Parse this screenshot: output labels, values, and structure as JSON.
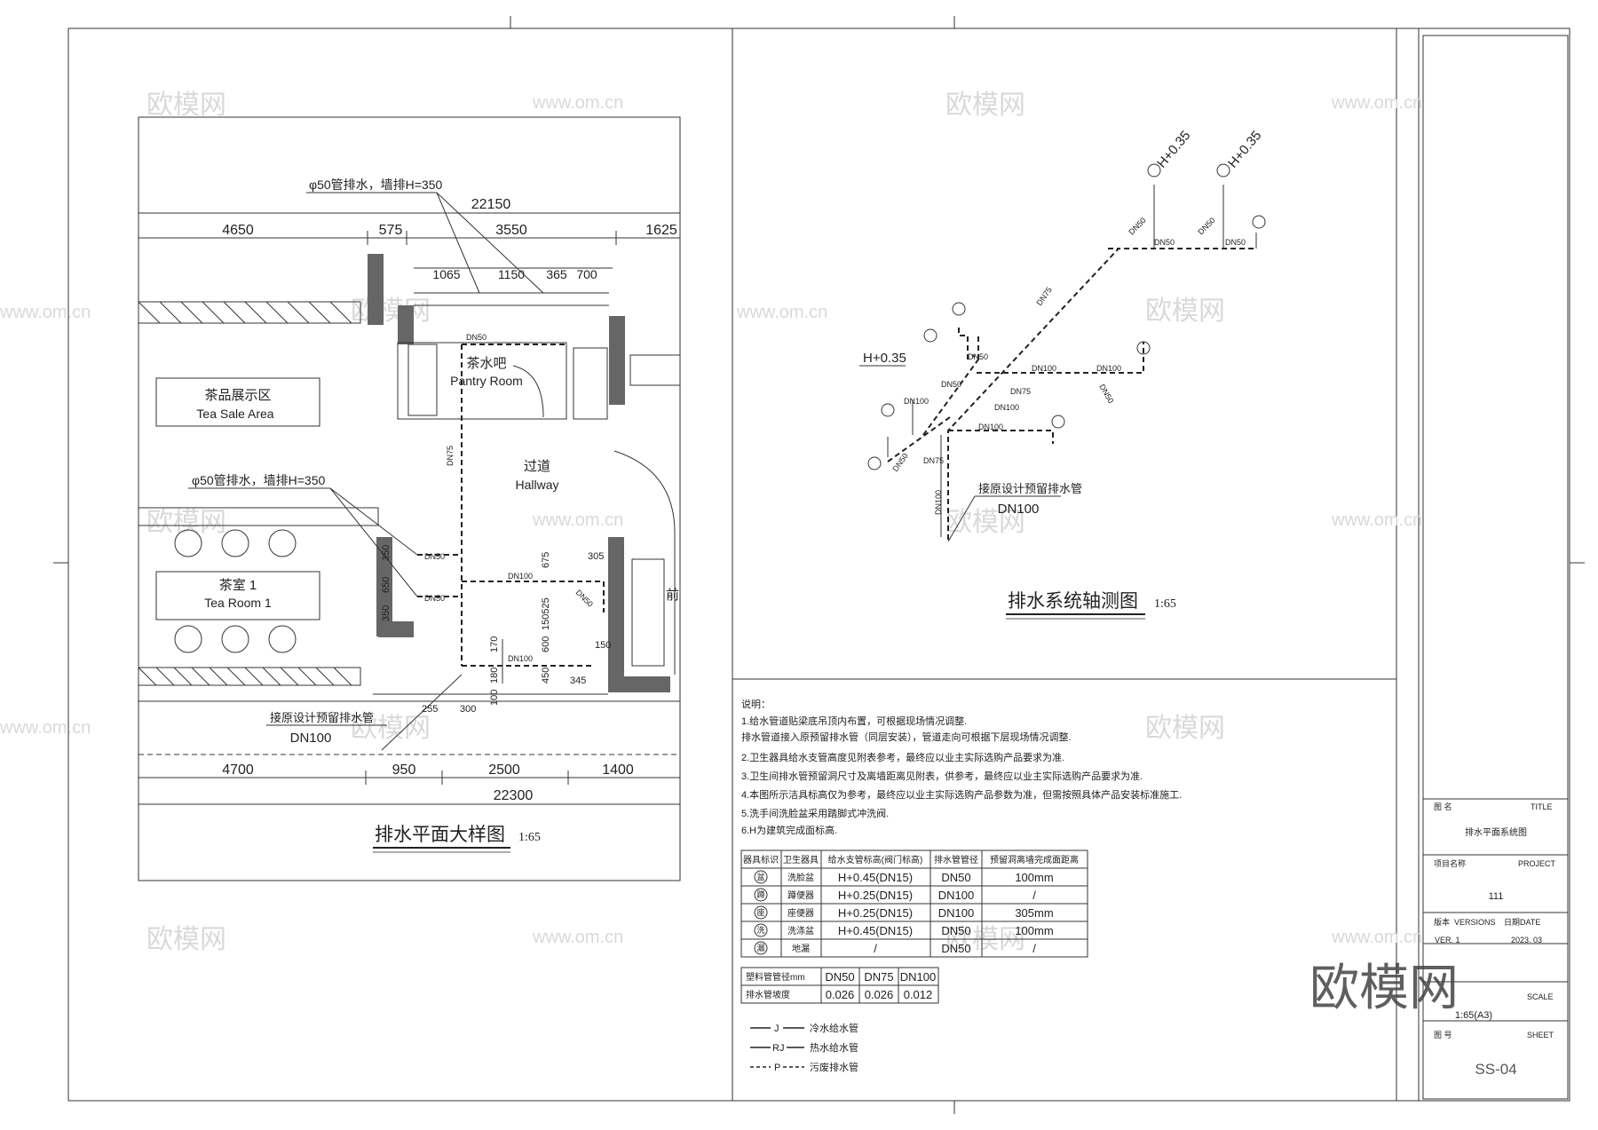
{
  "plan": {
    "title": "排水平面大样图",
    "scale": "1:65",
    "callout_top": "φ50管排水，墙排H=350",
    "callout_mid": "φ50管排水，墙排H=350",
    "connect_note": "接原设计预留排水管",
    "connect_dn": "DN100",
    "dims_top": {
      "total": "22150",
      "d1": "4650",
      "d2": "575",
      "d3": "3550",
      "d4": "1625"
    },
    "dims_pantry": {
      "d1": "1065",
      "d2": "1150",
      "d3": "365",
      "d4": "700"
    },
    "dims_bottom": {
      "total": "22300",
      "d1": "4700",
      "d2": "950",
      "d3": "2500",
      "d4": "1400"
    },
    "rooms": {
      "tea_sale_cn": "茶品展示区",
      "tea_sale_en": "Tea Sale Area",
      "pantry_cn": "茶水吧",
      "pantry_en": "Pantry Room",
      "hallway_cn": "过道",
      "hallway_en": "Hallway",
      "tearoom_cn": "茶室 1",
      "tearoom_en": "Tea Room 1",
      "front": "前"
    },
    "pipe_labels": {
      "dn50a": "DN50",
      "dn75": "DN75",
      "dn50b": "DN50",
      "dn50c": "DN50",
      "dn100a": "DN100",
      "dn100b": "DN100",
      "dn50d": "DN50"
    },
    "small_dims": [
      "350",
      "650",
      "350",
      "675",
      "305",
      "150525",
      "600",
      "450",
      "170",
      "180",
      "100",
      "345",
      "150",
      "255",
      "300"
    ]
  },
  "iso": {
    "title": "排水系统轴测图",
    "scale": "1:65",
    "h_left": "H+0.35",
    "h_top1": "H+0.35",
    "h_top2": "H+0.35",
    "connect_note": "接原设计预留排水管",
    "connect_dn": "DN100",
    "labels": [
      "DN50",
      "DN50",
      "DN50",
      "DN50",
      "DN75",
      "DN50",
      "DN50",
      "DN100",
      "DN100",
      "DN75",
      "DN100",
      "DN50",
      "DN100",
      "DN100",
      "DN75",
      "DN50",
      "DN100"
    ]
  },
  "notes": {
    "heading": "说明：",
    "lines": [
      "1.给水管道贴梁底吊顶内布置，可根据现场情况调整.",
      "  排水管道接入原预留排水管（同层安装），管道走向可根据下层现场情况调整.",
      "2.卫生器具给水支管高度见附表参考，最终应以业主实际选购产品要求为准.",
      "3.卫生间排水管预留洞尺寸及离墙距离见附表，供参考，最终应以业主实际选购产品要求为准.",
      "4.本图所示洁具标高仅为参考，最终应以业主实际选购产品参数为准，但需按照具体产品安装标准施工.",
      "5.洗手间洗脸盆采用踏脚式冲洗阀.",
      "6.H为建筑完成面标高."
    ]
  },
  "fixture_table": {
    "headers": [
      "器具标识",
      "卫生器具",
      "给水支管标高(阀门标高)",
      "排水管管径",
      "预留洞离墙完成面距离"
    ],
    "rows": [
      {
        "mark": "盆",
        "name": "洗脸盆",
        "supply": "H+0.45(DN15)",
        "drain": "DN50",
        "dist": "100mm"
      },
      {
        "mark": "蹲",
        "name": "蹲便器",
        "supply": "H+0.25(DN15)",
        "drain": "DN100",
        "dist": "/"
      },
      {
        "mark": "座",
        "name": "座便器",
        "supply": "H+0.25(DN15)",
        "drain": "DN100",
        "dist": "305mm"
      },
      {
        "mark": "洗",
        "name": "洗涤盆",
        "supply": "H+0.45(DN15)",
        "drain": "DN50",
        "dist": "100mm"
      },
      {
        "mark": "漏",
        "name": "地漏",
        "supply": "/",
        "drain": "DN50",
        "dist": "/"
      }
    ]
  },
  "slope_table": {
    "row1": {
      "label": "塑料管管径mm",
      "v1": "DN50",
      "v2": "DN75",
      "v3": "DN100"
    },
    "row2": {
      "label": "排水管坡度",
      "v1": "0.026",
      "v2": "0.026",
      "v3": "0.012"
    }
  },
  "legend": [
    {
      "code": "J",
      "label": "冷水给水管"
    },
    {
      "code": "RJ",
      "label": "热水给水管"
    },
    {
      "code": "P",
      "label": "污废排水管"
    }
  ],
  "title_block": {
    "title_cn": "图 名",
    "title_en": "TITLE",
    "title_value": "排水平面系统图",
    "project_cn": "项目名称",
    "project_en": "PROJECT",
    "project_value": "111",
    "version_cn": "版本",
    "version_en": "VERSIONS",
    "date_cn": "日期",
    "date_en": "DATE",
    "version_value": "VER. 1",
    "date_value": "2023. 03",
    "scale_en": "SCALE",
    "scale_value": "1:65(A3)",
    "sheet_cn": "图 号",
    "sheet_en": "SHEET",
    "sheet_value": "SS-04"
  },
  "watermarks": {
    "brand": "欧模网",
    "url": "www.om.cn",
    "big": "欧模网"
  }
}
